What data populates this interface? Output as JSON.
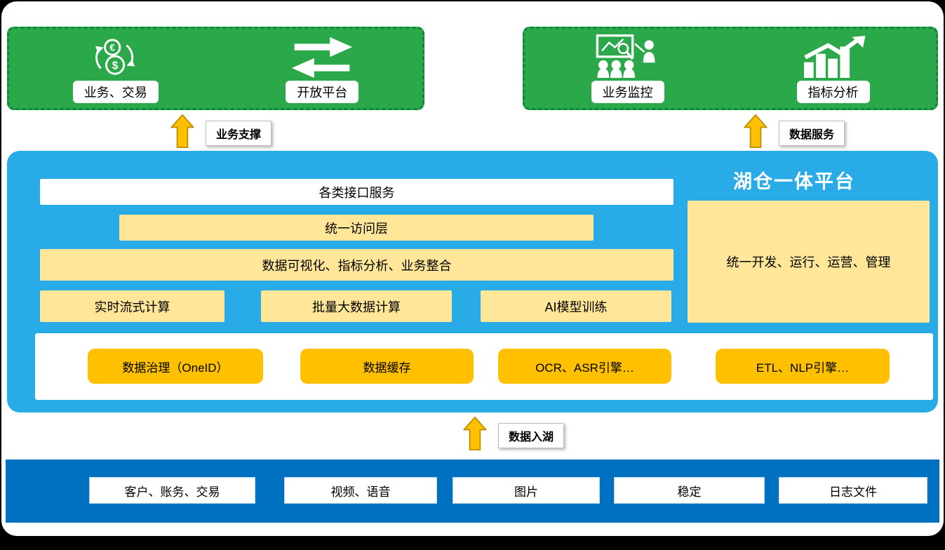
{
  "colors": {
    "green": "#2BA84A",
    "green_dash": "#0E8A3C",
    "sky_blue": "#29ABE8",
    "deep_blue": "#0070C0",
    "light_yellow": "#FFE699",
    "orange": "#FFC000",
    "frame": "#000000"
  },
  "icons": {
    "coins": "coins-icon",
    "exchange": "exchange-arrows-icon",
    "monitoring": "business-monitoring-icon",
    "trend": "trend-chart-icon",
    "up_arrow": "up-arrow-icon"
  },
  "top_groups": {
    "left": {
      "items": [
        {
          "label": "业务、交易",
          "icon": "coins-icon"
        },
        {
          "label": "开放平台",
          "icon": "exchange-arrows-icon"
        }
      ]
    },
    "right": {
      "items": [
        {
          "label": "业务监控",
          "icon": "business-monitoring-icon"
        },
        {
          "label": "指标分析",
          "icon": "trend-chart-icon"
        }
      ]
    }
  },
  "connectors": {
    "business_support": "业务支撑",
    "data_service": "数据服务",
    "data_ingest": "数据入湖"
  },
  "platform": {
    "title": "湖仓一体平台",
    "interface_bar": "各类接口服务",
    "access_layer": "统一访问层",
    "visualization_bar": "数据可视化、指标分析、业务整合",
    "compute_boxes": [
      "实时流式计算",
      "批量大数据计算",
      "AI模型训练"
    ],
    "management_box": "统一开发、运行、运营、管理",
    "engine_boxes": [
      "数据治理（OneID）",
      "数据缓存",
      "OCR、ASR引擎…",
      "ETL、NLP引擎…"
    ]
  },
  "data_sources": [
    "客户、账务、交易",
    "视频、语音",
    "图片",
    "稳定",
    "日志文件"
  ]
}
